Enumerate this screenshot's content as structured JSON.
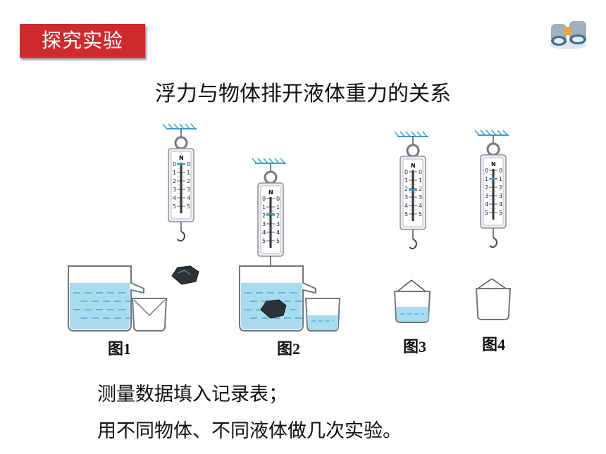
{
  "tag": "探究实验",
  "title": "浮力与物体排开液体重力的关系",
  "captions": [
    "图1",
    "图2",
    "图3",
    "图4"
  ],
  "scale": {
    "unit": "N",
    "ticks": [
      "0",
      "1",
      "2",
      "3",
      "4",
      "5"
    ]
  },
  "lines": [
    "测量数据填入记录表；",
    "用不同物体、不同液体做几次实验。"
  ],
  "colors": {
    "tag": "#cf2a2e",
    "water": "#9fd6ec",
    "ceiling": "#3a9fd1"
  }
}
